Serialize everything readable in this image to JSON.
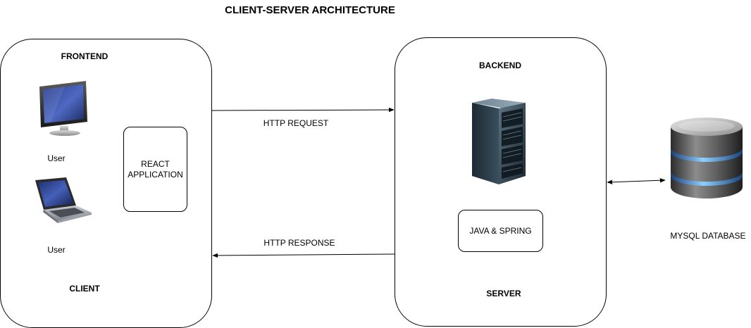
{
  "title": "CLIENT-SERVER ARCHITECTURE",
  "client": {
    "heading": "FRONTEND",
    "footer": "CLIENT",
    "users": [
      "User",
      "User"
    ],
    "app_label": "REACT\nAPPLICATION",
    "icons": [
      "desktop-monitor-icon",
      "laptop-icon"
    ]
  },
  "server": {
    "heading": "BACKEND",
    "footer": "SERVER",
    "app_label": "JAVA & SPRING",
    "icons": [
      "server-rack-icon"
    ]
  },
  "database": {
    "label": "MYSQL DATABASE",
    "icons": [
      "database-icon"
    ]
  },
  "connections": {
    "request_label": "HTTP REQUEST",
    "response_label": "HTTP RESPONSE"
  }
}
